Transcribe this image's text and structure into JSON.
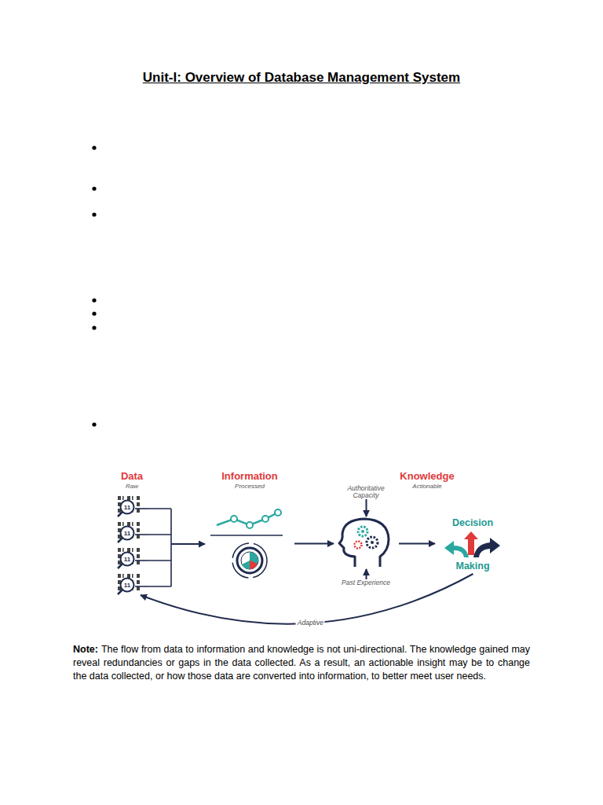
{
  "diagram": {
    "title": "Unit-I: Overview of Database Management System",
    "nodes": [
      {
        "text": [
          "Data",
          "Raw"
        ]
      },
      {
        "text": [
          "Information",
          "Processed"
        ]
      },
      {
        "text": [
          "Authoritative Capacity"
        ]
      },
      {
        "text": [
          "Knowledge",
          "Actionable"
        ]
      },
      {
        "text": [
          "Decision",
          "Making"
        ]
      },
      {
        "text": [
          "Past Experience"
        ]
      }
    ],
    "edges": [
      {
        "from": 0,
        "to": 1,
        "arrow": "to"
      },
      {
        "from": 1,
        "to": 3,
        "arrow": "to"
      },
      {
        "from": 3,
        "to": 4,
        "arrow": "to"
      },
      {
        "from": 4,
        "to": 0,
        "label": "Adaptive",
        "arrow": "to"
      },
      {
        "from": 2,
        "to": 3,
        "arrow": "to"
      },
      {
        "from": 5,
        "to": 3,
        "arrow": "to"
      }
    ],
    "labels": [
      "11",
      "11",
      "11",
      "11",
      "Note:",
      "The flow from data to information and knowledge is not uni-directional. The knowledge gained may reveal redundancies or gaps in the data collected. As a result, an actionable insight may be to change the data collected, or how those data are converted into information, to better meet user needs."
    ]
  }
}
